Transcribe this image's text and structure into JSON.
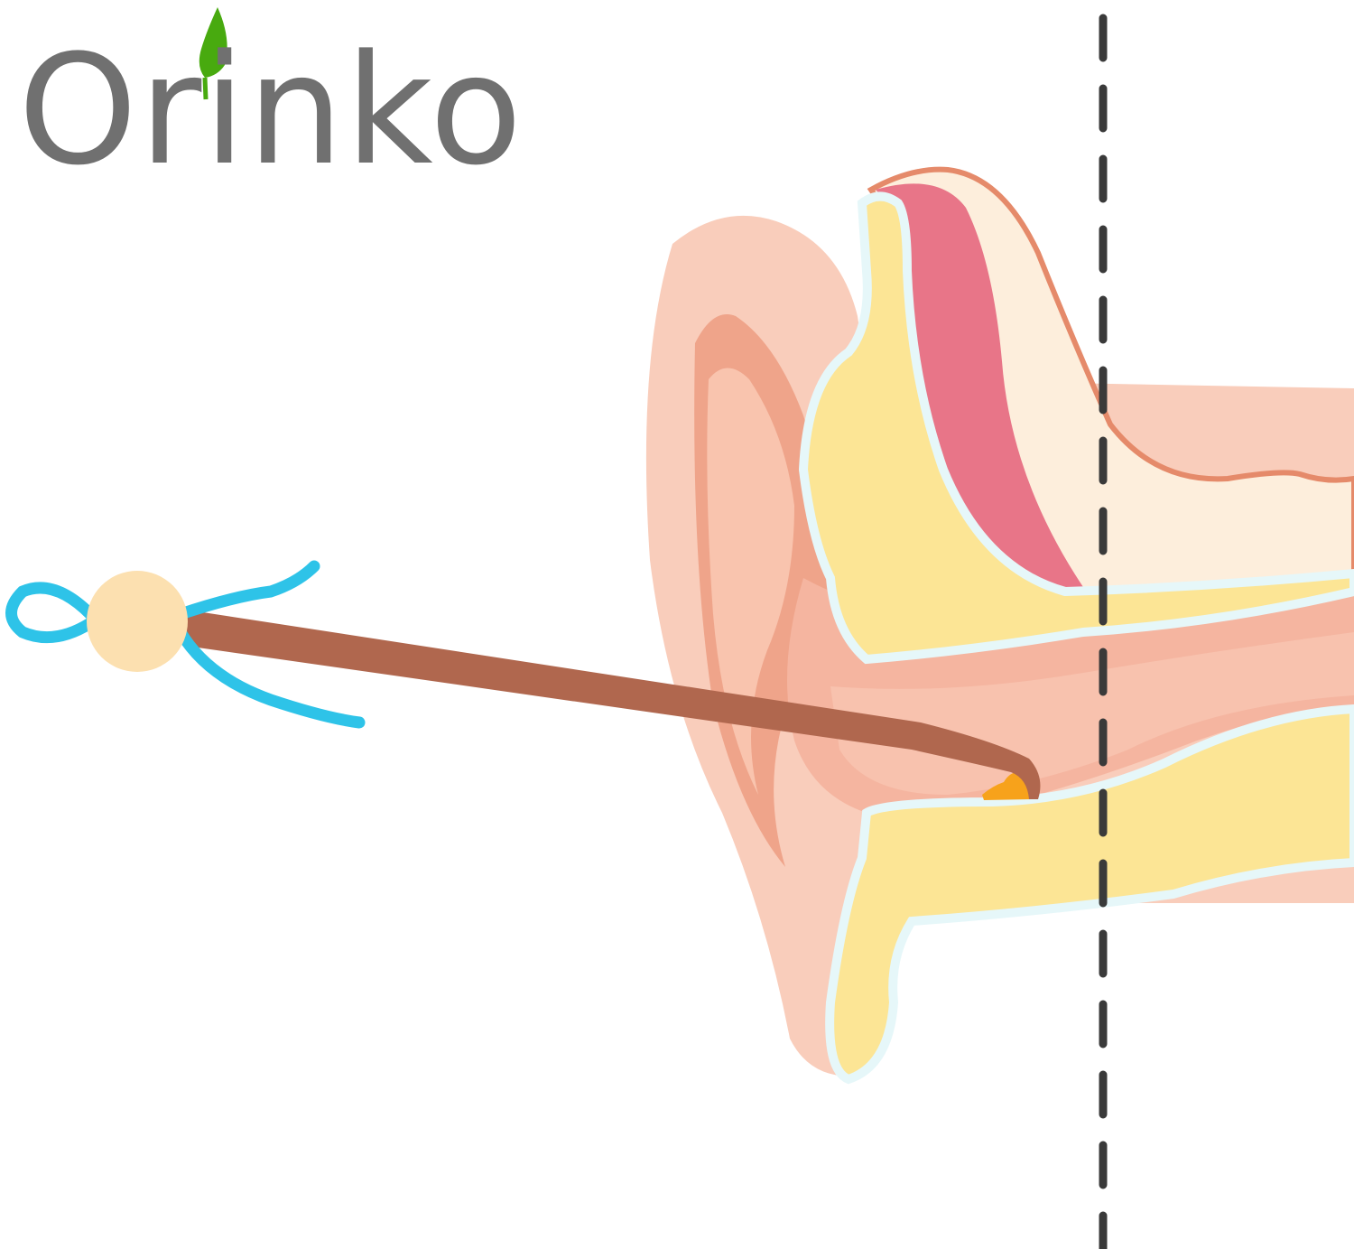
{
  "brand": {
    "name": "Orinko"
  },
  "colors": {
    "logo_text": "#707070",
    "leaf": "#48AA0F",
    "outer_ear": "#F9CDBB",
    "helix_inner": "#EFA48A",
    "canal": "#F5B5A0",
    "cartilage": "#FCE595",
    "cartilage_outline": "#E6F7F9",
    "skin_layer": "#E87588",
    "tissue": "#FDEEDC",
    "tissue_outline": "#E58A6A",
    "earwax": "#F7A21B",
    "stick": "#B0674E",
    "bead": "#FCE0B0",
    "string": "#2EC3E8",
    "dashed_line": "#3A3A3A"
  },
  "icons": [
    "leaf-icon",
    "ear-illustration",
    "ear-pick-tool",
    "cut-line"
  ]
}
